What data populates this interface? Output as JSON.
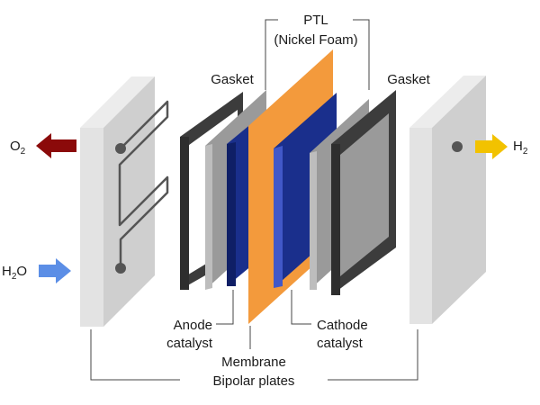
{
  "labels": {
    "ptl_title": "PTL",
    "ptl_sub": "(Nickel Foam)",
    "gasket_left": "Gasket",
    "gasket_right": "Gasket",
    "anode_line1": "Anode",
    "anode_line2": "catalyst",
    "cathode_line1": "Cathode",
    "cathode_line2": "catalyst",
    "membrane": "Membrane",
    "bipolar": "Bipolar plates"
  },
  "flows": {
    "o2": {
      "base": "O",
      "sub": "2"
    },
    "h2o": {
      "base": "H",
      "sub": "2",
      "tail": "O"
    },
    "h2": {
      "base": "H",
      "sub": "2"
    }
  },
  "colors": {
    "plate_front": "#e3e3e3",
    "plate_side": "#cfcfcf",
    "plate_top": "#ececec",
    "gasket_dark": "#3c3c3c",
    "gasket_light": "#8e8e8e",
    "gasket_window": "#9a9a9a",
    "catalyst_dark": "#1a2f8c",
    "catalyst_light": "#4158c8",
    "membrane": "#f39a3c",
    "channel": "#555555",
    "arrow_o2": "#8b0a0a",
    "arrow_h2o": "#5b8ee6",
    "arrow_h2": "#f2c200",
    "leader": "#444444"
  }
}
